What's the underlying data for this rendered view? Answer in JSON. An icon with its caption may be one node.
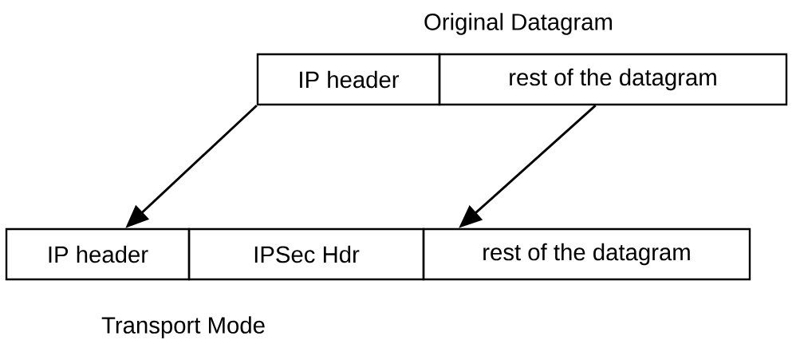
{
  "diagram": {
    "title": "Original Datagram",
    "caption": "Transport Mode",
    "nodes": [
      {
        "text": [
          "IP header"
        ]
      },
      {
        "text": [
          "rest of the datagram"
        ]
      },
      {
        "text": [
          "IP header"
        ]
      },
      {
        "text": [
          "IPSec Hdr"
        ]
      },
      {
        "text": [
          "rest of the datagram"
        ]
      }
    ],
    "edges": [
      {
        "from": 0,
        "to": 2,
        "arrow": "to"
      },
      {
        "from": 1,
        "to": 4,
        "arrow": "to"
      }
    ]
  }
}
